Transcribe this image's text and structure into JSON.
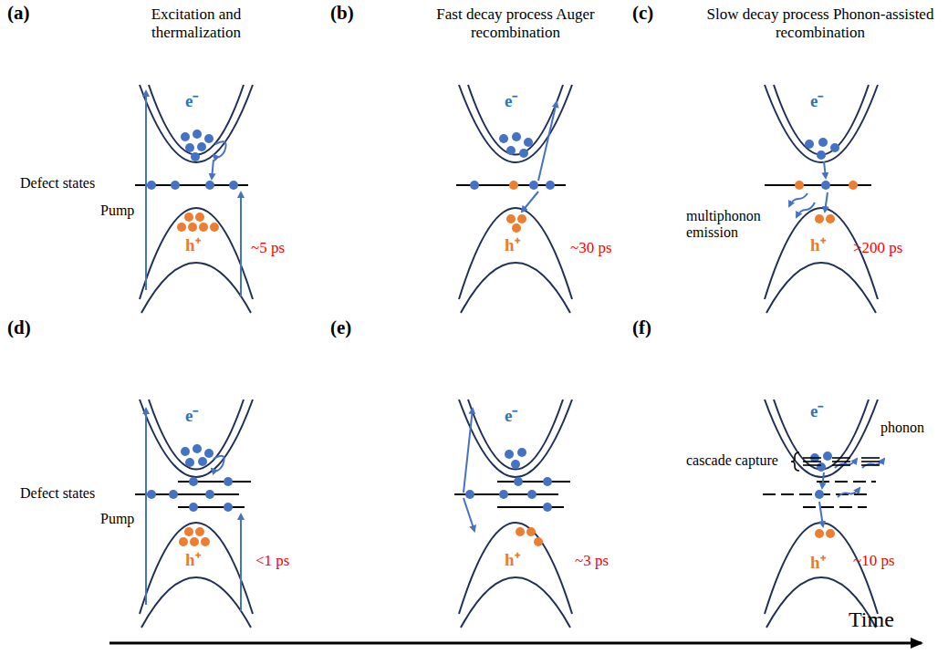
{
  "diagram": {
    "labels": [
      "(a)",
      "Excitation and thermalization",
      "(b)",
      "Fast decay process Auger recombination",
      "(c)",
      "Slow decay process Phonon-assisted recombination",
      "e⁻",
      "Defect states",
      "Pump",
      "h⁺",
      "~5 ps",
      "e⁻",
      "h⁺",
      "~30 ps",
      "e⁻",
      "multiphonon emission",
      "h⁺",
      ">200 ps",
      "(d)",
      "(e)",
      "(f)",
      "e⁻",
      "Defect states",
      "Pump",
      "h⁺",
      "<1 ps",
      "e⁻",
      "h⁺",
      "~3 ps",
      "e⁻",
      "cascade capture",
      "phonon",
      "h⁺",
      "~10 ps",
      "Time"
    ]
  }
}
